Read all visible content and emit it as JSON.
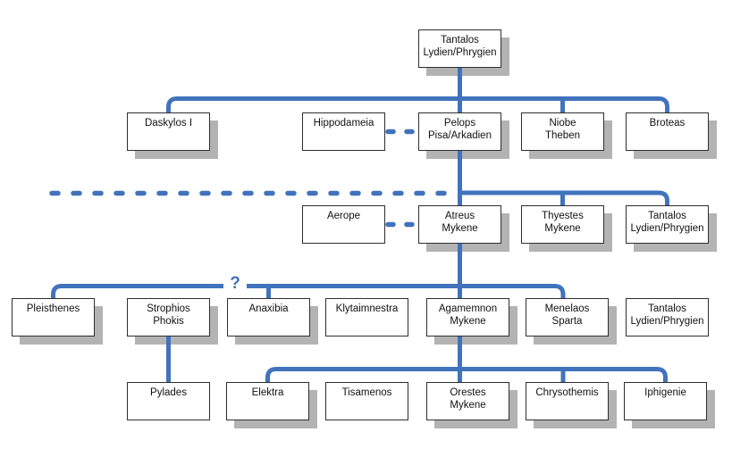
{
  "colors": {
    "accent_blue": "#4173bd",
    "shadow_gray": "#b3b3b3",
    "box_border": "#2e2e2e",
    "text": "#111111"
  },
  "connectors": {
    "uncertainty_marker": "?"
  },
  "nodes": [
    {
      "id": "tantalos-1",
      "lines": [
        "Tantalos",
        "Lydien/Phrygien"
      ]
    },
    {
      "id": "daskylos-i",
      "lines": [
        "Daskylos I"
      ]
    },
    {
      "id": "hippodameia",
      "lines": [
        "Hippodameia"
      ]
    },
    {
      "id": "pelops",
      "lines": [
        "Pelops",
        "Pisa/Arkadien"
      ]
    },
    {
      "id": "niobe",
      "lines": [
        "Niobe",
        "Theben"
      ]
    },
    {
      "id": "broteas",
      "lines": [
        "Broteas"
      ]
    },
    {
      "id": "aerope",
      "lines": [
        "Aerope"
      ]
    },
    {
      "id": "atreus",
      "lines": [
        "Atreus",
        "Mykene"
      ]
    },
    {
      "id": "thyestes",
      "lines": [
        "Thyestes",
        "Mykene"
      ]
    },
    {
      "id": "tantalos-2",
      "lines": [
        "Tantalos",
        "Lydien/Phrygien"
      ]
    },
    {
      "id": "pleisthenes",
      "lines": [
        "Pleisthenes"
      ]
    },
    {
      "id": "strophios",
      "lines": [
        "Strophios",
        "Phokis"
      ]
    },
    {
      "id": "anaxibia",
      "lines": [
        "Anaxibia"
      ]
    },
    {
      "id": "klytaimnestra",
      "lines": [
        "Klytaimnestra"
      ]
    },
    {
      "id": "agamemnon",
      "lines": [
        "Agamemnon",
        "Mykene"
      ]
    },
    {
      "id": "menelaos",
      "lines": [
        "Menelaos",
        "Sparta"
      ]
    },
    {
      "id": "tantalos-3",
      "lines": [
        "Tantalos",
        "Lydien/Phrygien"
      ]
    },
    {
      "id": "pylades",
      "lines": [
        "Pylades"
      ]
    },
    {
      "id": "elektra",
      "lines": [
        "Elektra"
      ]
    },
    {
      "id": "tisamenos",
      "lines": [
        "Tisamenos"
      ]
    },
    {
      "id": "orestes",
      "lines": [
        "Orestes",
        "Mykene"
      ]
    },
    {
      "id": "chrysothemis",
      "lines": [
        "Chrysothemis"
      ]
    },
    {
      "id": "iphigenie",
      "lines": [
        "Iphigenie"
      ]
    }
  ],
  "relationships": [
    {
      "from": "tantalos-1",
      "to": [
        "daskylos-i",
        "pelops",
        "niobe",
        "broteas"
      ],
      "style": "solid-tree"
    },
    {
      "between": [
        "hippodameia",
        "pelops"
      ],
      "style": "dashed-marriage"
    },
    {
      "from": "pelops",
      "to": [
        "atreus",
        "thyestes",
        "tantalos-2"
      ],
      "style": "solid-tree"
    },
    {
      "between": [
        "aerope",
        "atreus"
      ],
      "style": "dashed-marriage"
    },
    {
      "from": "atreus",
      "to": [
        "pleisthenes",
        "anaxibia",
        "agamemnon",
        "menelaos"
      ],
      "style": "solid-tree",
      "note": "? on branch"
    },
    {
      "from": "agamemnon",
      "to": [
        "elektra",
        "orestes",
        "chrysothemis",
        "iphigenie"
      ],
      "style": "solid-tree"
    },
    {
      "from": "strophios",
      "to": [
        "pylades"
      ],
      "style": "solid"
    }
  ]
}
